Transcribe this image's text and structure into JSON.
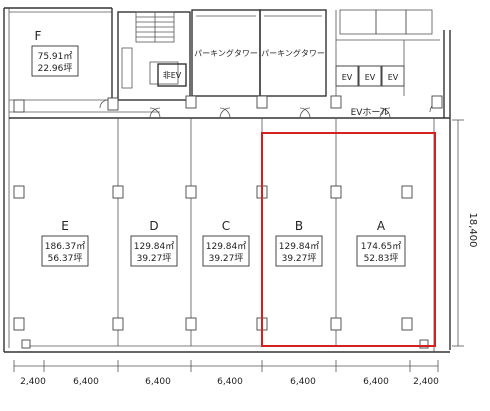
{
  "units": [
    {
      "id": "F",
      "area": "75.91㎡",
      "tsubo": "22.96坪"
    },
    {
      "id": "E",
      "area": "186.37㎡",
      "tsubo": "56.37坪"
    },
    {
      "id": "D",
      "area": "129.84㎡",
      "tsubo": "39.27坪"
    },
    {
      "id": "C",
      "area": "129.84㎡",
      "tsubo": "39.27坪"
    },
    {
      "id": "B",
      "area": "129.84㎡",
      "tsubo": "39.27坪"
    },
    {
      "id": "A",
      "area": "174.65㎡",
      "tsubo": "52.83坪"
    }
  ],
  "core": {
    "parking_tower_1": "パーキングタワー",
    "parking_tower_2": "パーキングタワー",
    "small_ev": "非EV",
    "ev_1": "EV",
    "ev_2": "EV",
    "ev_3": "EV",
    "ev_hall": "EVホール"
  },
  "dimensions": {
    "bottom": [
      "2,400",
      "6,400",
      "6,400",
      "6,400",
      "6,400",
      "6,400",
      "2,400"
    ],
    "right": "18,400"
  },
  "highlight": {
    "units": [
      "B",
      "A"
    ],
    "color": "#d42020"
  }
}
